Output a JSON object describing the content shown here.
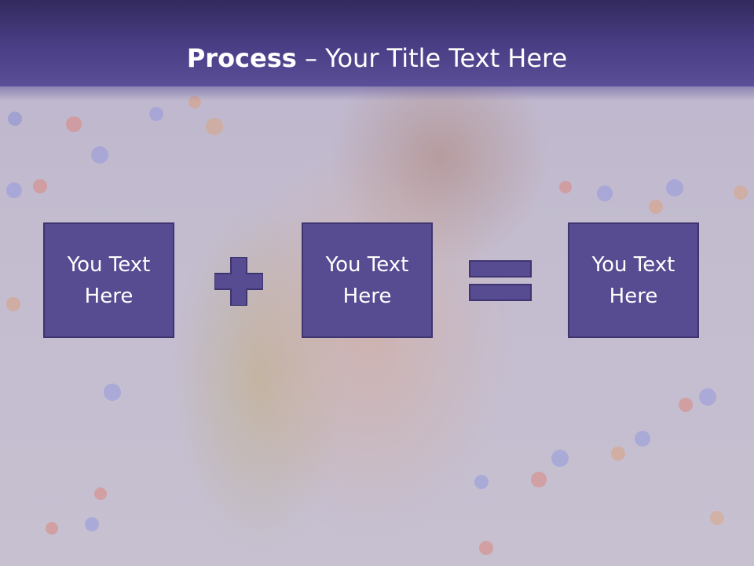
{
  "slide": {
    "title_bold": "Process",
    "title_rest": " – Your Title Text Here"
  },
  "process": {
    "box1": "You Text Here",
    "box2": "You Text Here",
    "box3": "You Text Here",
    "operator1": "plus-icon",
    "operator2": "equals-icon"
  },
  "colors": {
    "header": "#4a3f86",
    "box_fill": "#574c91",
    "box_border": "#3d3470",
    "operator": "#574c91",
    "text": "#ffffff"
  }
}
